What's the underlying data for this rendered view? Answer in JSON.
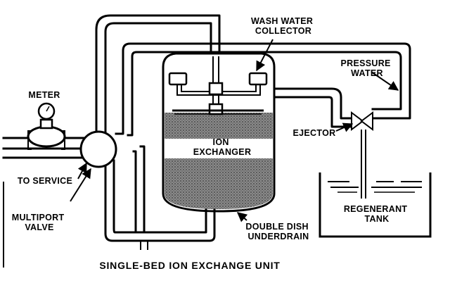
{
  "labels": {
    "wash_water_collector": [
      "WASH WATER",
      "COLLECTOR"
    ],
    "pressure_water": [
      "PRESSURE",
      "WATER"
    ],
    "meter": "METER",
    "ion_exchanger": [
      "ION",
      "EXCHANGER"
    ],
    "ejector": "EJECTOR",
    "to_service": "TO SERVICE",
    "multiport_valve": [
      "MULTIPORT",
      "VALVE"
    ],
    "regenerant_tank": [
      "REGENERANT",
      "TANK"
    ],
    "double_dish_underdrain": [
      "DOUBLE DISH",
      "UNDERDRAIN"
    ]
  },
  "caption": "SINGLE-BED ION EXCHANGE UNIT"
}
